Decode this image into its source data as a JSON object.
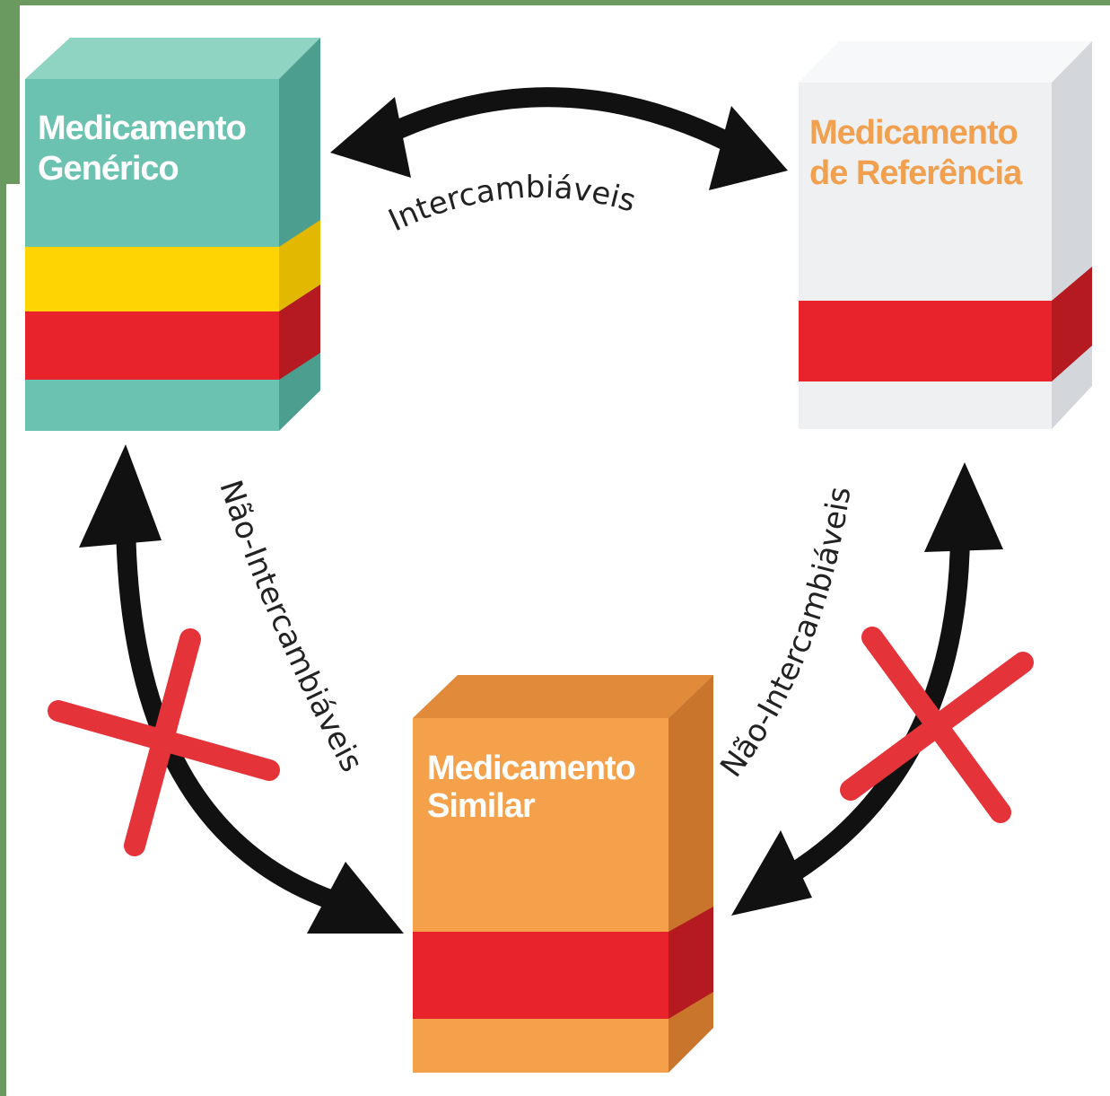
{
  "colors": {
    "generic": "#6cc2b0",
    "reference": "#eef0f2",
    "similar": "#f5a04a",
    "stripe_red": "#e8232b",
    "stripe_yellow": "#ffd400",
    "reference_text": "#f0a04f",
    "arrow": "#111111",
    "cross": "#e5333a",
    "frame": "#6a9a60"
  },
  "nodes": {
    "generic": {
      "line1": "Medicamento",
      "line2": "Genérico"
    },
    "reference": {
      "line1": "Medicamento",
      "line2": "de Referência"
    },
    "similar": {
      "line1": "Medicamento",
      "line2": "Similar"
    }
  },
  "edges": {
    "top": {
      "label": "Intercambiáveis",
      "status": "interchangeable"
    },
    "left": {
      "label": "Não-Intercambiáveis",
      "status": "not-interchangeable"
    },
    "right": {
      "label": "Não-Intercambiáveis",
      "status": "not-interchangeable"
    }
  },
  "icons": [
    "double-arrow-icon",
    "cross-icon"
  ]
}
